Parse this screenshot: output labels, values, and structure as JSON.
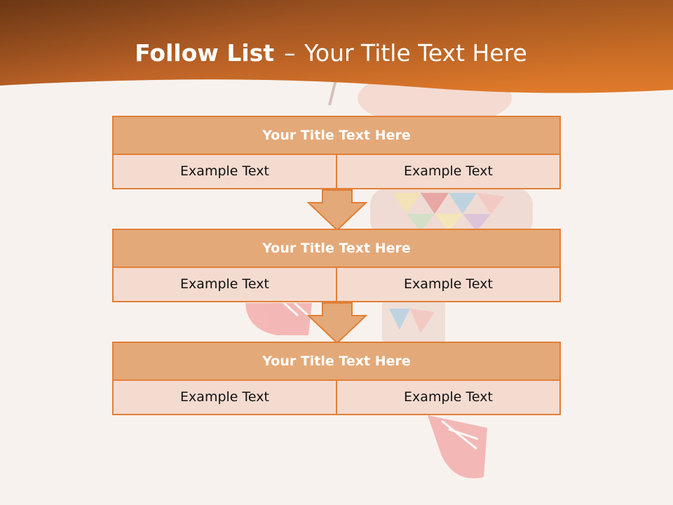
{
  "slide": {
    "title_bold": "Follow List",
    "title_separator": "–",
    "title_rest": "Your Title Text Here"
  },
  "blocks": [
    {
      "title": "Your Title Text Here",
      "left": "Example Text",
      "right": "Example Text"
    },
    {
      "title": "Your Title Text Here",
      "left": "Example Text",
      "right": "Example Text"
    },
    {
      "title": "Your Title Text Here",
      "left": "Example Text",
      "right": "Example Text"
    }
  ],
  "colors": {
    "header_orange": "#e07a2a",
    "block_title_fill": "#e4a979",
    "block_border": "#e17f37",
    "cell_fill": "#f4dbd0",
    "background": "#f8f2ee"
  }
}
